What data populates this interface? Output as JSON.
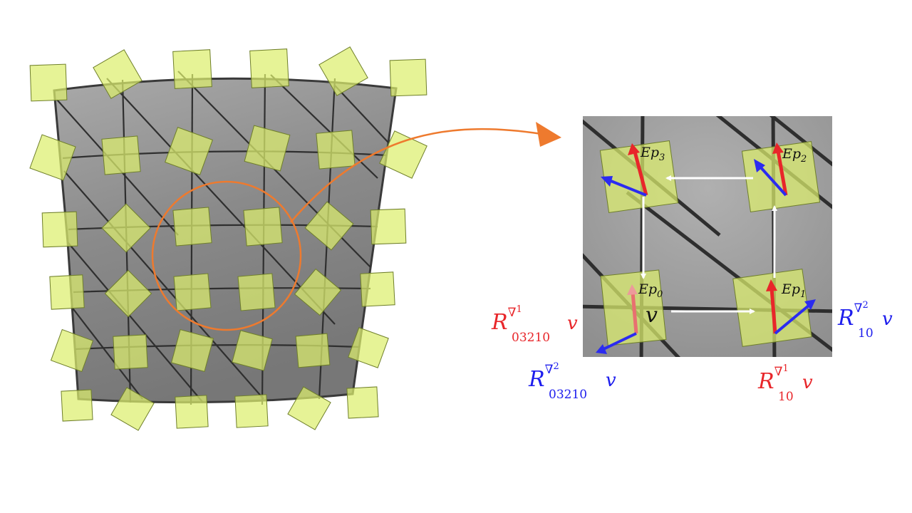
{
  "labels": {
    "ep0": {
      "base": "Ep",
      "sub": "0"
    },
    "ep1": {
      "base": "Ep",
      "sub": "1"
    },
    "ep2": {
      "base": "Ep",
      "sub": "2"
    },
    "ep3": {
      "base": "Ep",
      "sub": "3"
    },
    "v": "v",
    "r03210_n1": {
      "R": "R",
      "sup": "∇",
      "supn": "1",
      "sub": "03210",
      "v": "v"
    },
    "r03210_n2": {
      "R": "R",
      "sup": "∇",
      "supn": "2",
      "sub": "03210",
      "v": "v"
    },
    "r10_n1": {
      "R": "R",
      "sup": "∇",
      "supn": "1",
      "sub": "10",
      "v": "v"
    },
    "r10_n2": {
      "R": "R",
      "sup": "∇",
      "supn": "2",
      "sub": "10",
      "v": "v"
    }
  },
  "colors": {
    "red": "#e8262a",
    "blue": "#1d1ded",
    "orange": "#ee7a2e",
    "frame": "#dcef6e",
    "surface": "#8c8c8c"
  }
}
